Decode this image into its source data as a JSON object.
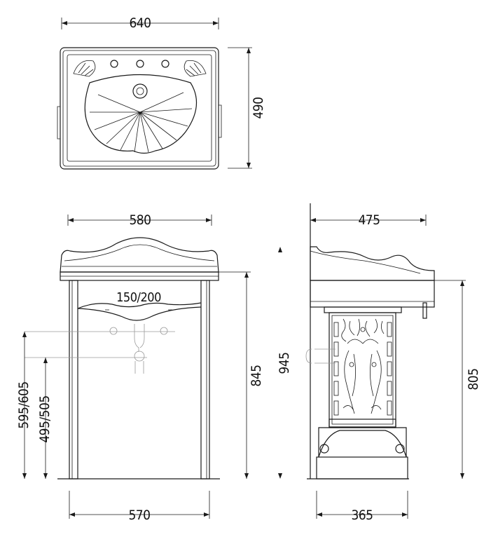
{
  "drawing": {
    "top_view": {
      "width_label": "640",
      "depth_label": "490"
    },
    "front_view": {
      "basin_width_label": "580",
      "waste_label": "150/200",
      "overall_height_label": "845",
      "tap_height_label": "595/605",
      "waste_height_label": "495/505",
      "frame_width_label": "570"
    },
    "side_view": {
      "depth_label": "475",
      "height_label": "945",
      "rim_height_label": "805",
      "frame_depth_label": "365"
    }
  }
}
